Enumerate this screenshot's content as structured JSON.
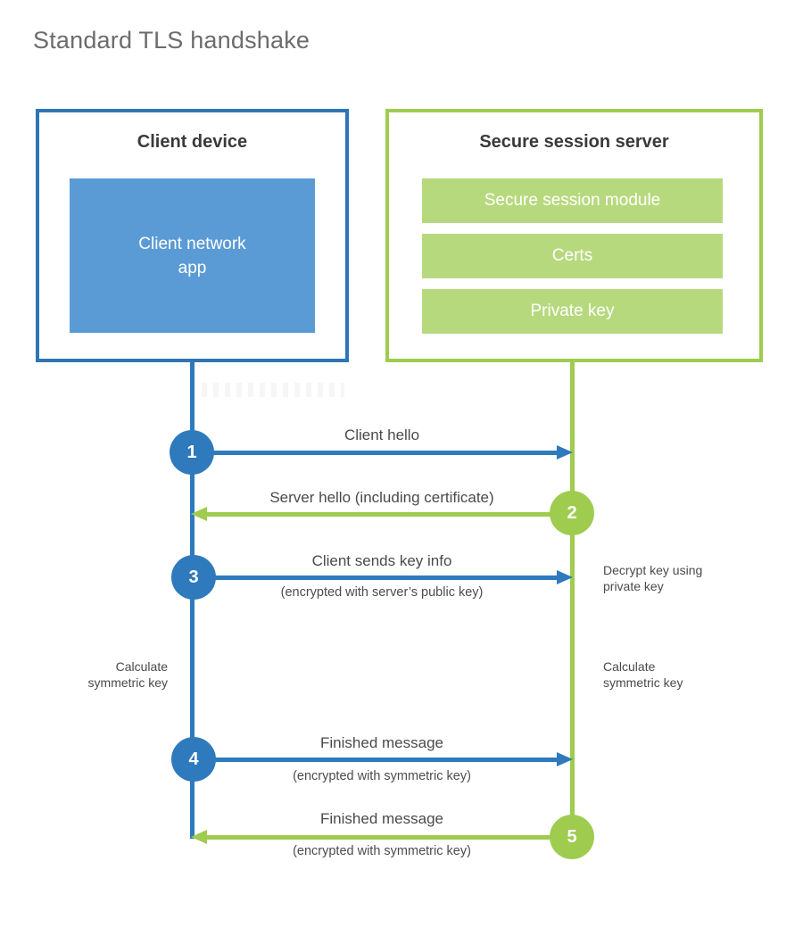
{
  "title": "Standard TLS handshake",
  "colors": {
    "blue": "#2e7abc",
    "blue_border": "#2e75b6",
    "blue_fill": "#5b9bd5",
    "green": "#9fcc4f",
    "green_fill": "#b7d97e"
  },
  "client": {
    "title": "Client device",
    "app_label": "Client network\napp"
  },
  "server": {
    "title": "Secure session server",
    "modules": [
      "Secure session module",
      "Certs",
      "Private key"
    ]
  },
  "steps": [
    {
      "num": "1",
      "label": "Client hello",
      "sub": "",
      "direction": "client-to-server"
    },
    {
      "num": "2",
      "label": "Server hello (including certificate)",
      "sub": "",
      "direction": "server-to-client"
    },
    {
      "num": "3",
      "label": "Client sends key info",
      "sub": "(encrypted with server’s public key)",
      "direction": "client-to-server"
    },
    {
      "num": "4",
      "label": "Finished message",
      "sub": "(encrypted with symmetric key)",
      "direction": "client-to-server"
    },
    {
      "num": "5",
      "label": "Finished message",
      "sub": "(encrypted with symmetric key)",
      "direction": "server-to-client"
    }
  ],
  "side_notes": {
    "decrypt": "Decrypt key using\nprivate key",
    "calc_left": "Calculate\nsymmetric key",
    "calc_right": "Calculate\nsymmetric key"
  }
}
